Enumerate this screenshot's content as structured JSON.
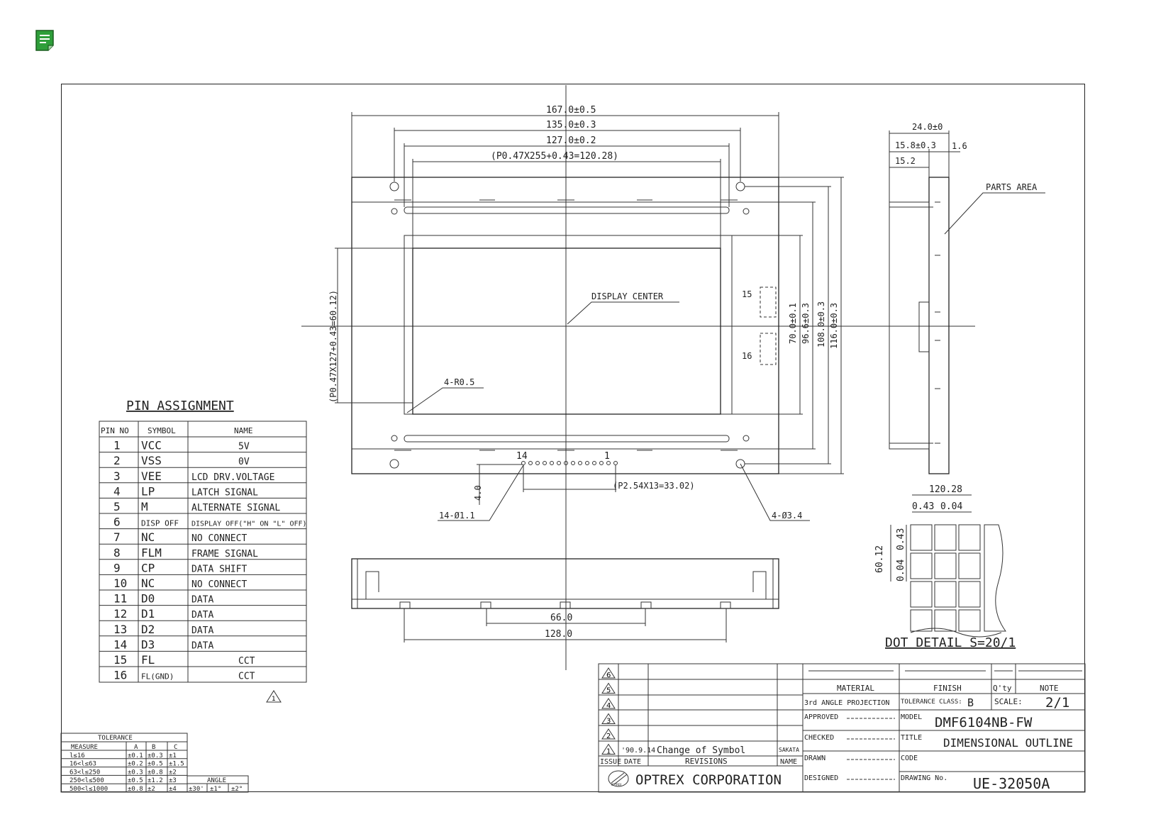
{
  "doc_icon": "green-note-icon",
  "drawing": {
    "dims_top": [
      "167.0±0.5",
      "135.0±0.3",
      "127.0±0.2",
      "(P0.47X255+0.43=120.28)"
    ],
    "dims_side": [
      "24.0±0",
      "15.8±0.3",
      "1.6",
      "15.2"
    ],
    "parts_area": "PARTS AREA",
    "display_center": "DISPLAY CENTER",
    "radius": "4-R0.5",
    "vert_pitch": "(P0.47X127+0.43=60.12)",
    "dims_right": [
      "70.0±0.1",
      "96.6±0.3",
      "108.0±0.3",
      "116.0±0.3"
    ],
    "pin_15": "15",
    "pin_16": "16",
    "pin_14": "14",
    "pin_1": "1",
    "dim_4_0": "4.0",
    "pin_pitch": "(P2.54X13=33.02)",
    "hole_small": "14-Ø1.1",
    "hole_big": "4-Ø3.4",
    "bottom_dims": [
      "66.0",
      "128.0"
    ],
    "dot_detail_dims": [
      "120.28",
      "0.43",
      "0.04",
      "60.12",
      "0.43",
      "0.04"
    ],
    "dot_detail_title": "DOT DETAIL  S=20/1"
  },
  "pin_assignment": {
    "title": "PIN ASSIGNMENT",
    "headers": [
      "PIN NO",
      "SYMBOL",
      "NAME"
    ],
    "rows": [
      [
        "1",
        "VCC",
        "5V"
      ],
      [
        "2",
        "VSS",
        "0V"
      ],
      [
        "3",
        "VEE",
        "LCD DRV.VOLTAGE"
      ],
      [
        "4",
        "LP",
        "LATCH SIGNAL"
      ],
      [
        "5",
        "M",
        "ALTERNATE SIGNAL"
      ],
      [
        "6",
        "DISP OFF",
        "DISPLAY OFF(\"H\" ON \"L\" OFF)"
      ],
      [
        "7",
        "NC",
        "NO CONNECT"
      ],
      [
        "8",
        "FLM",
        "FRAME SIGNAL"
      ],
      [
        "9",
        "CP",
        "DATA SHIFT"
      ],
      [
        "10",
        "NC",
        "NO CONNECT"
      ],
      [
        "11",
        "D0",
        "DATA"
      ],
      [
        "12",
        "D1",
        "DATA"
      ],
      [
        "13",
        "D2",
        "DATA"
      ],
      [
        "14",
        "D3",
        "DATA"
      ],
      [
        "15",
        "FL",
        "CCT"
      ],
      [
        "16",
        "FL(GND)",
        "CCT"
      ]
    ],
    "revision_mark": "1"
  },
  "tolerance": {
    "title": "TOLERANCE",
    "headers": [
      "MEASURE",
      "A",
      "B",
      "C"
    ],
    "rows": [
      [
        "l≤16",
        "±0.1",
        "±0.3",
        "±1"
      ],
      [
        "16<l≤63",
        "±0.2",
        "±0.5",
        "±1.5"
      ],
      [
        "63<l≤250",
        "±0.3",
        "±0.8",
        "±2"
      ],
      [
        "250<l≤500",
        "±0.5",
        "±1.2",
        "±3"
      ],
      [
        "500<l≤1000",
        "±0.8",
        "±2",
        "±4"
      ]
    ],
    "angle_title": "ANGLE",
    "angle_values": [
      "±30'",
      "±1°",
      "±2°"
    ]
  },
  "title_block": {
    "rev_marks": [
      "6",
      "5",
      "4",
      "3",
      "2",
      "1"
    ],
    "rev1_date": "'90.9.14",
    "rev1_text": "Change of Symbol",
    "rev1_name": "SAKATA",
    "col_issue": "ISSUE",
    "col_date": "DATE",
    "col_revisions": "REVISIONS",
    "col_name": "NAME",
    "company": "OPTREX CORPORATION",
    "logo_text": "OPTREX",
    "material": "MATERIAL",
    "finish": "FINISH",
    "qty": "Q'ty",
    "note": "NOTE",
    "projection": "3rd ANGLE PROJECTION",
    "tolerance_label": "TOLERANCE CLASS:",
    "tolerance_class": "B",
    "scale_label": "SCALE:",
    "scale": "2/1",
    "approved": "APPROVED",
    "checked": "CHECKED",
    "drawn": "DRAWN",
    "designed": "DESIGNED",
    "model_label": "MODEL",
    "model": "DMF6104NB-FW",
    "title_label": "TITLE",
    "title": "DIMENSIONAL OUTLINE",
    "code_label": "CODE",
    "drawing_no_label": "DRAWING No.",
    "drawing_no": "UE-32050A"
  }
}
